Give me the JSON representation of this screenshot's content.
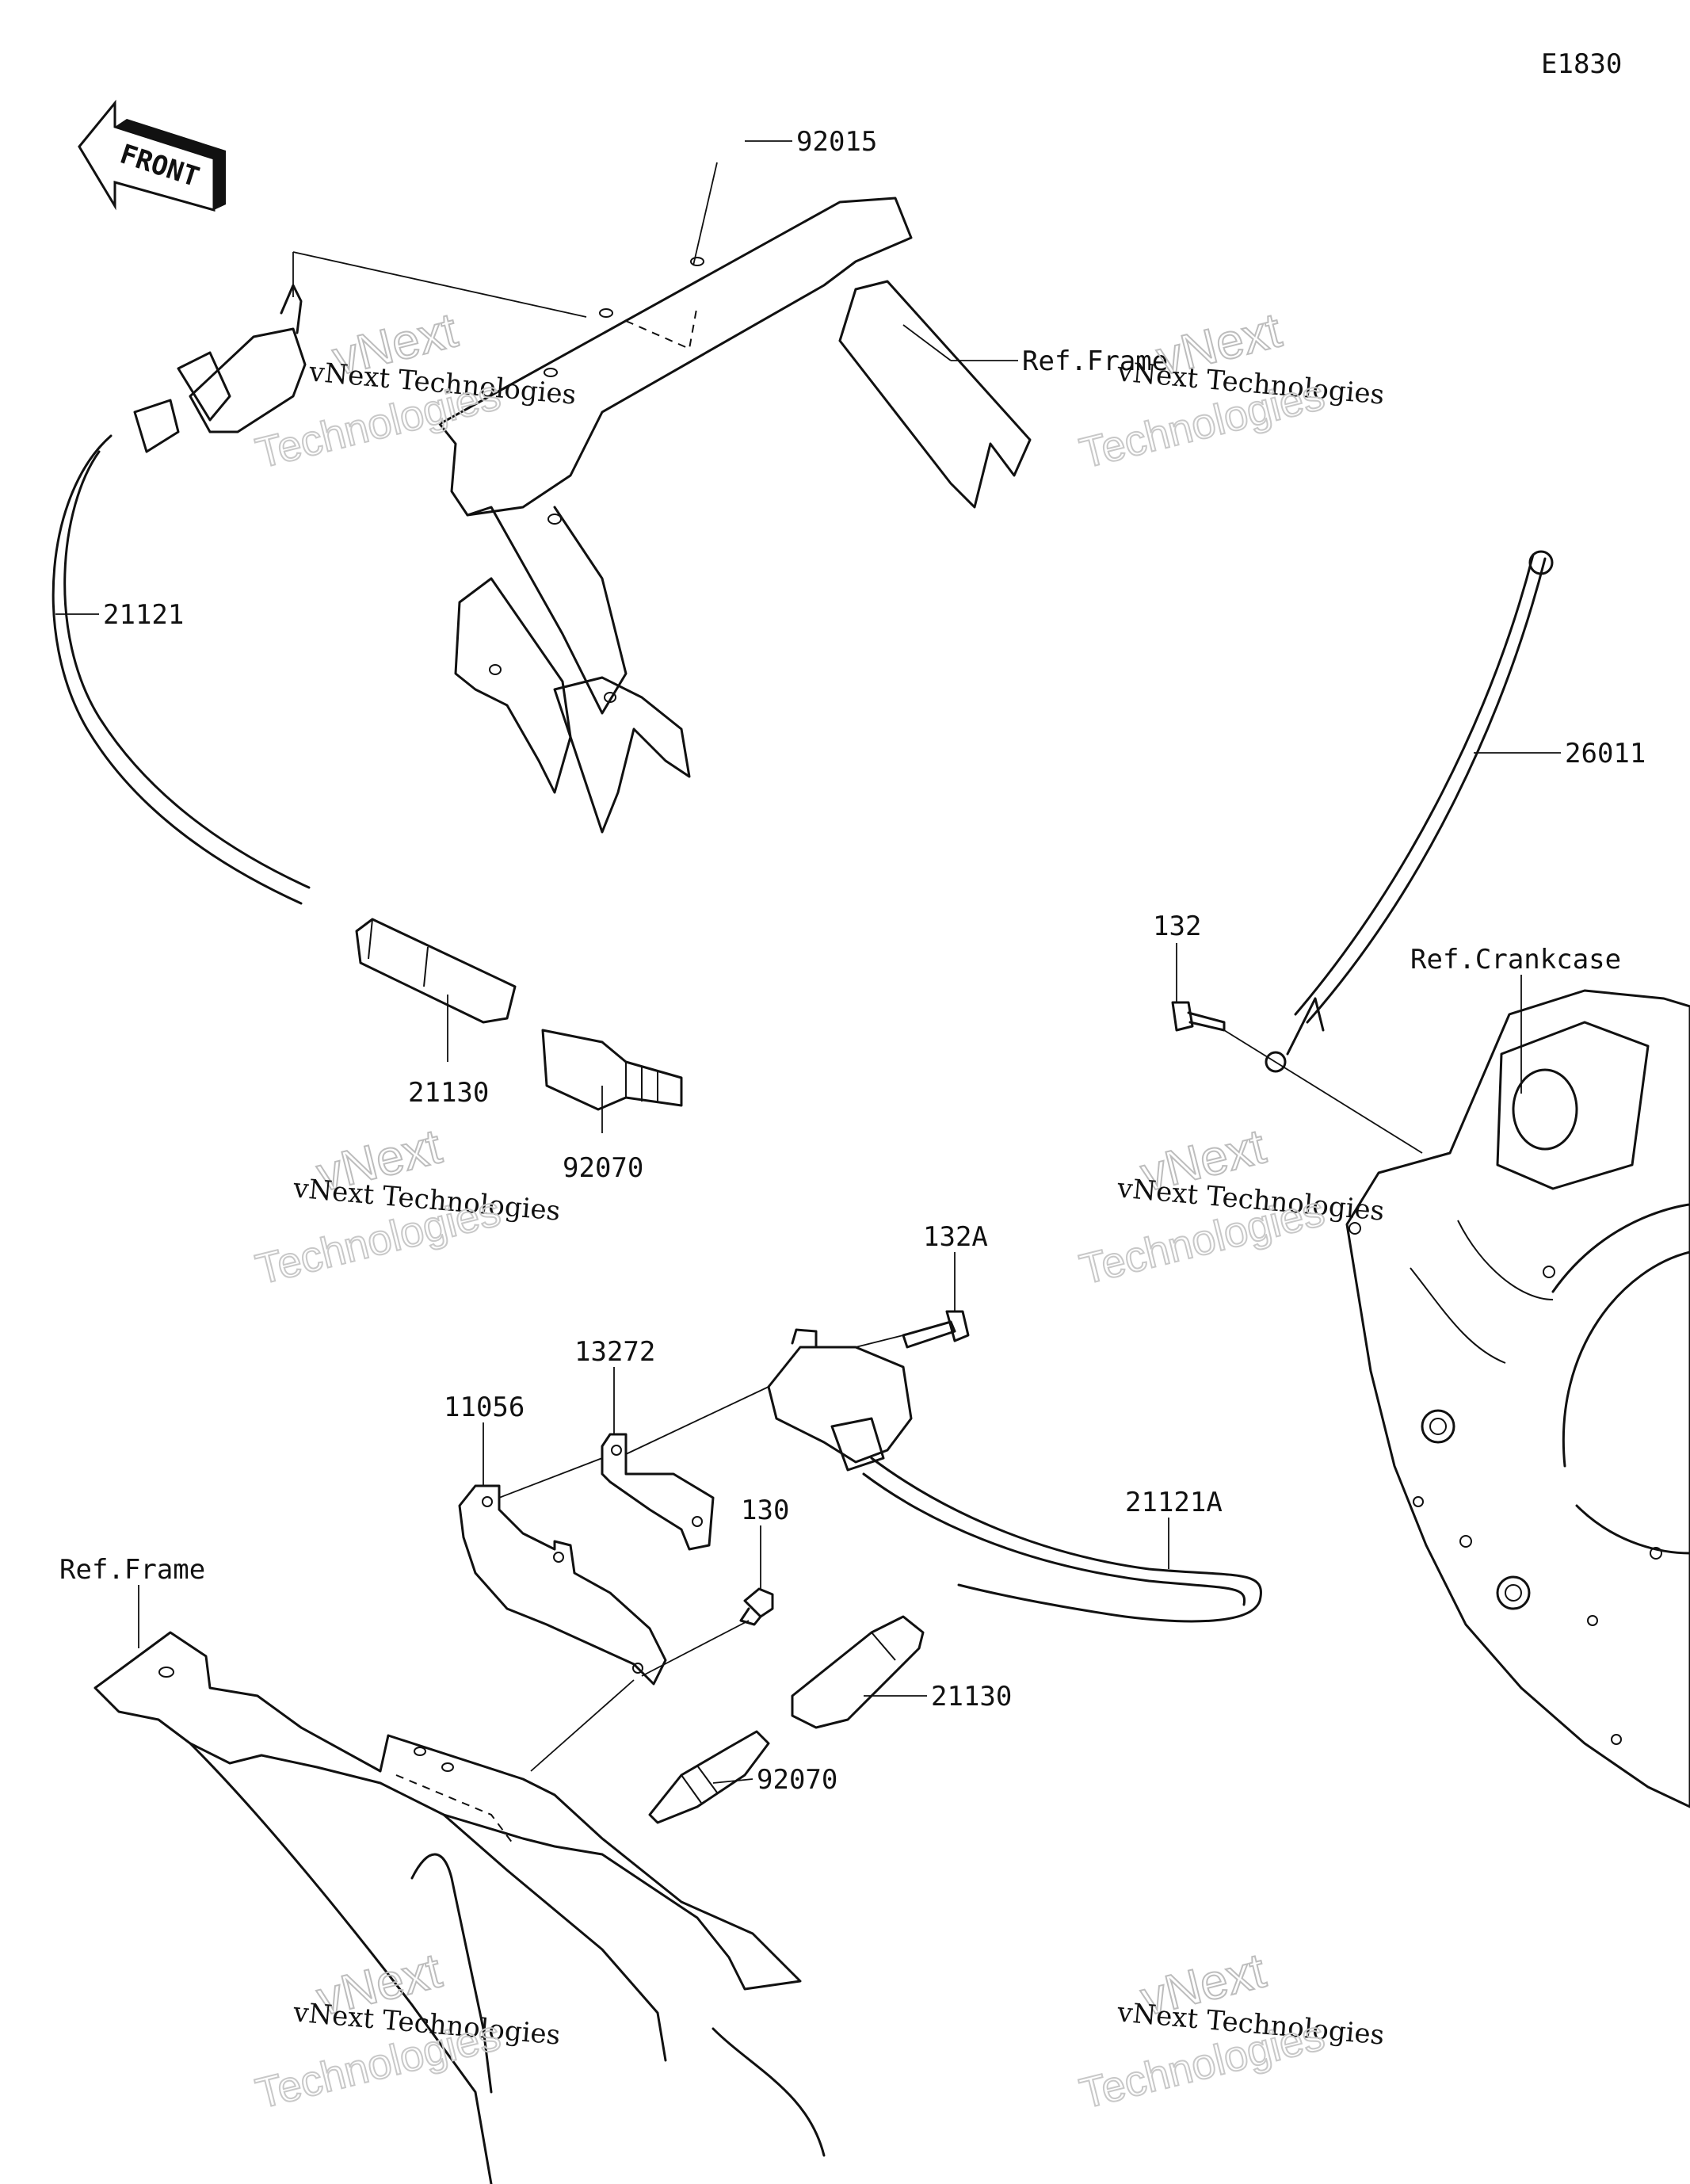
{
  "diagram_code": "E1830",
  "front_arrow": {
    "text": "FRONT"
  },
  "parts": {
    "p92015": "92015",
    "p21121": "21121",
    "p21130_top": "21130",
    "p92070_top": "92070",
    "p26011": "26011",
    "p132": "132",
    "p132A": "132A",
    "p13272": "13272",
    "p11056": "11056",
    "p130": "130",
    "p21121A": "21121A",
    "p21130_bottom": "21130",
    "p92070_bottom": "92070"
  },
  "references": {
    "frame_top": "Ref.Frame",
    "crankcase": "Ref.Crankcase",
    "frame_bottom": "Ref.Frame"
  },
  "watermark": {
    "line1": "vNext Technologies",
    "line2": "vNext",
    "line3": "Technologies"
  }
}
